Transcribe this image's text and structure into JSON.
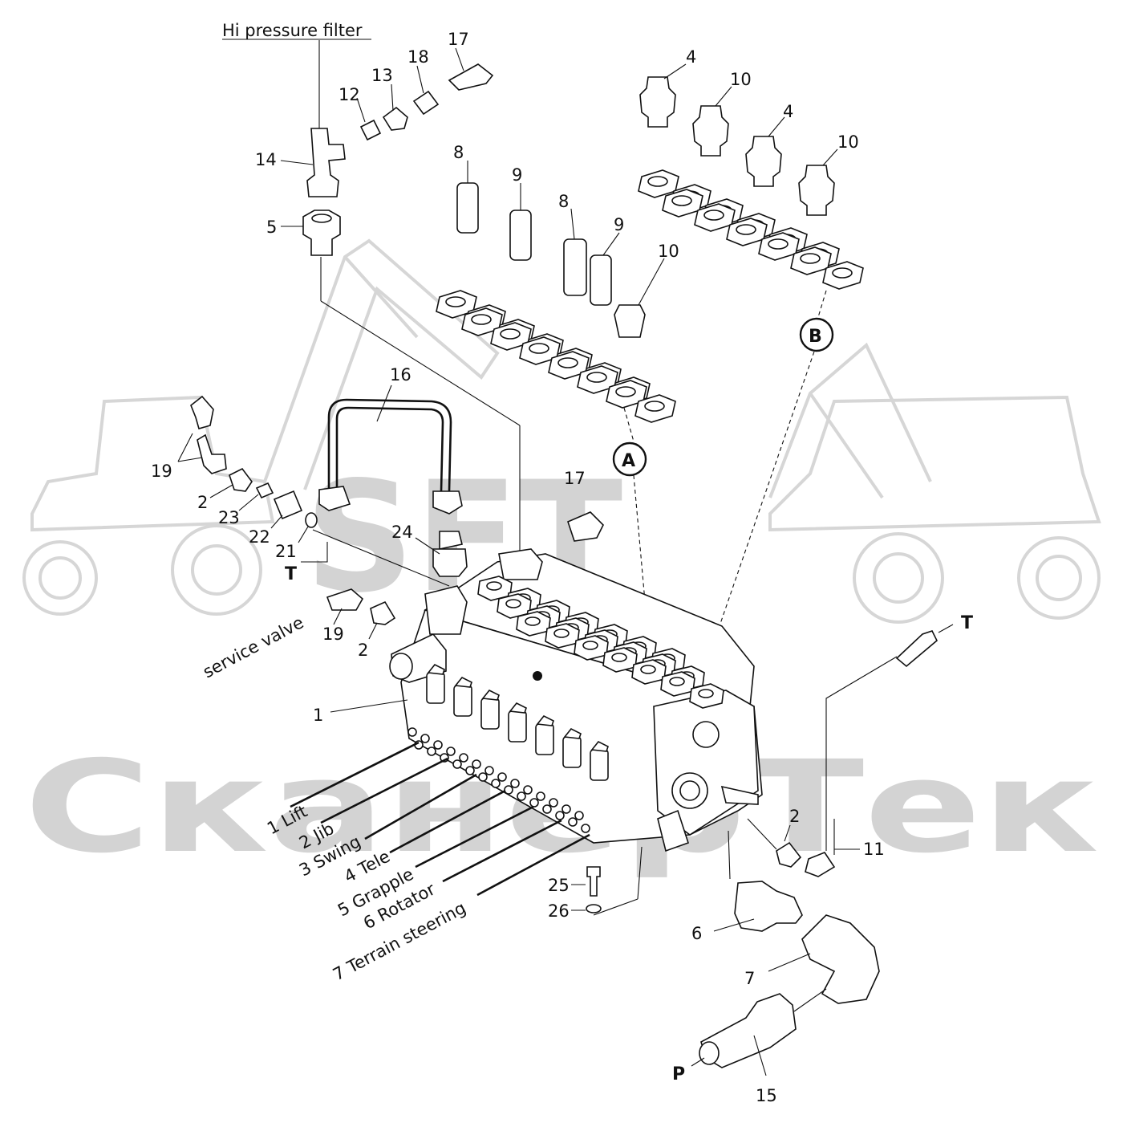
{
  "watermark": {
    "logo_text": "SFT",
    "brand_text": "СканерТек",
    "color": "#cfcfcf"
  },
  "header": {
    "title": "Hi pressure filter"
  },
  "labels": {
    "filter_parts": [
      "14",
      "5",
      "12",
      "13",
      "18",
      "17"
    ],
    "group_a_parts": [
      "8",
      "9",
      "8",
      "9",
      "10"
    ],
    "group_b_parts": [
      "4",
      "10",
      "4",
      "10"
    ],
    "left_parts": [
      "19",
      "2",
      "23",
      "22",
      "21",
      "16",
      "24",
      "17"
    ],
    "service_parts": [
      "19",
      "2"
    ],
    "block_part": "1",
    "right_parts": [
      "2",
      "11",
      "25",
      "26",
      "6",
      "7",
      "15"
    ]
  },
  "ports": {
    "tank_left": "T",
    "tank_right": "T",
    "pressure": "P"
  },
  "callouts": {
    "a": "A",
    "b": "B"
  },
  "service_valve": "service valve",
  "sections": [
    "1 Lift",
    "2 Jib",
    "3 Swing",
    "4 Tele",
    "5 Grapple",
    "6 Rotator",
    "7 Terrain steering"
  ]
}
